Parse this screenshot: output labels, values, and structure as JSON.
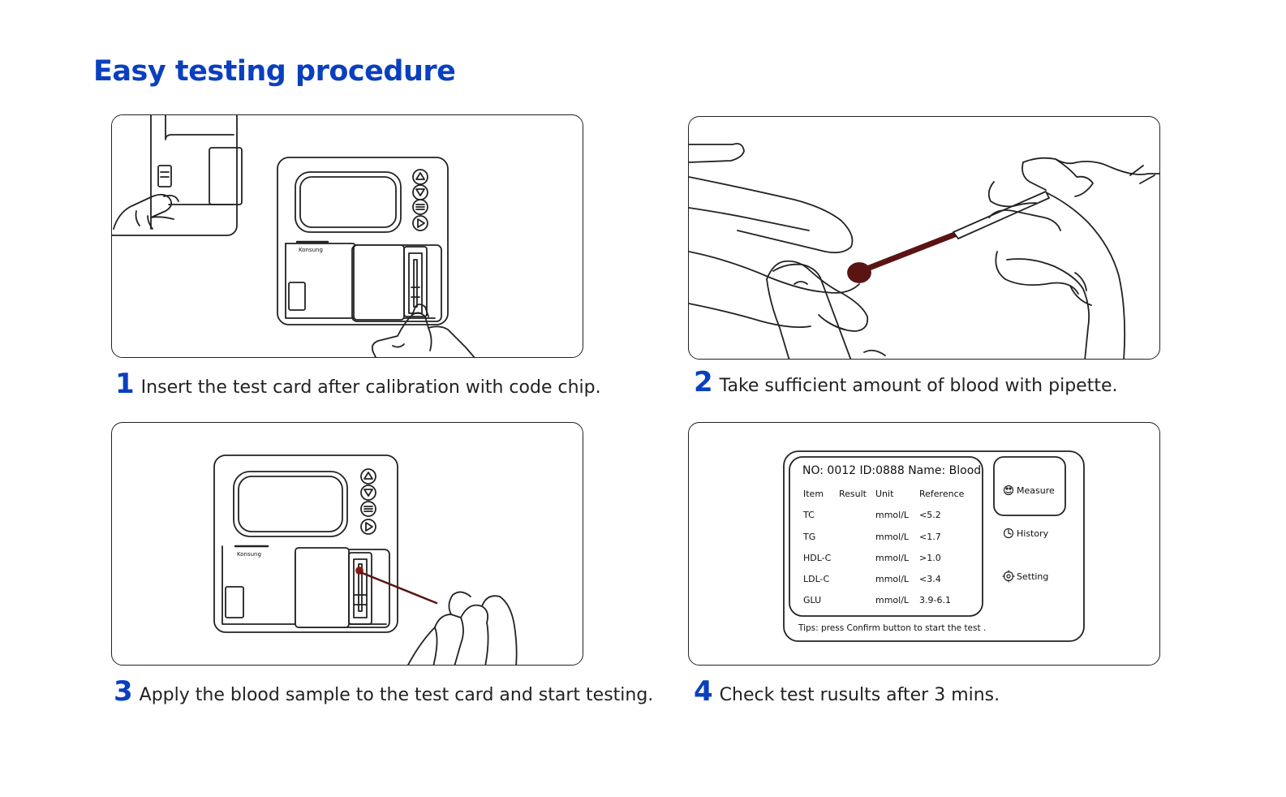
{
  "title": "Easy testing procedure",
  "steps": [
    {
      "number": "1",
      "text": "Insert the test card after calibration with code chip."
    },
    {
      "number": "2",
      "text": "Take sufficient amount of blood with pipette."
    },
    {
      "number": "3",
      "text": "Apply the blood sample to the test card and start testing."
    },
    {
      "number": "4",
      "text": "Check test rusults after 3 mins."
    }
  ],
  "device": {
    "brand": "Konsung",
    "buttons": [
      "up-arrow-icon",
      "down-arrow-icon",
      "menu-icon",
      "play-icon"
    ]
  },
  "screen": {
    "header": "NO: 0012 ID:0888 Name:  Blood",
    "columns": [
      "Item",
      "Result",
      "Unit",
      "Reference"
    ],
    "rows": [
      {
        "item": "TC",
        "result": "",
        "unit": "mmol/L",
        "reference": "<5.2"
      },
      {
        "item": "TG",
        "result": "",
        "unit": "mmol/L",
        "reference": "<1.7"
      },
      {
        "item": "HDL-C",
        "result": "",
        "unit": "mmol/L",
        "reference": ">1.0"
      },
      {
        "item": "LDL-C",
        "result": "",
        "unit": "mmol/L",
        "reference": "<3.4"
      },
      {
        "item": "GLU",
        "result": "",
        "unit": "mmol/L",
        "reference": "3.9-6.1"
      }
    ],
    "menu": [
      {
        "label": "Measure",
        "icon": "measure-icon"
      },
      {
        "label": "History",
        "icon": "clock-icon"
      },
      {
        "label": "Setting",
        "icon": "gear-icon"
      }
    ],
    "tips": "Tips: press Confirm button to start the test ."
  },
  "colors": {
    "accent": "#0a3fbf",
    "blood": "#5a1414",
    "outline": "#222222"
  }
}
